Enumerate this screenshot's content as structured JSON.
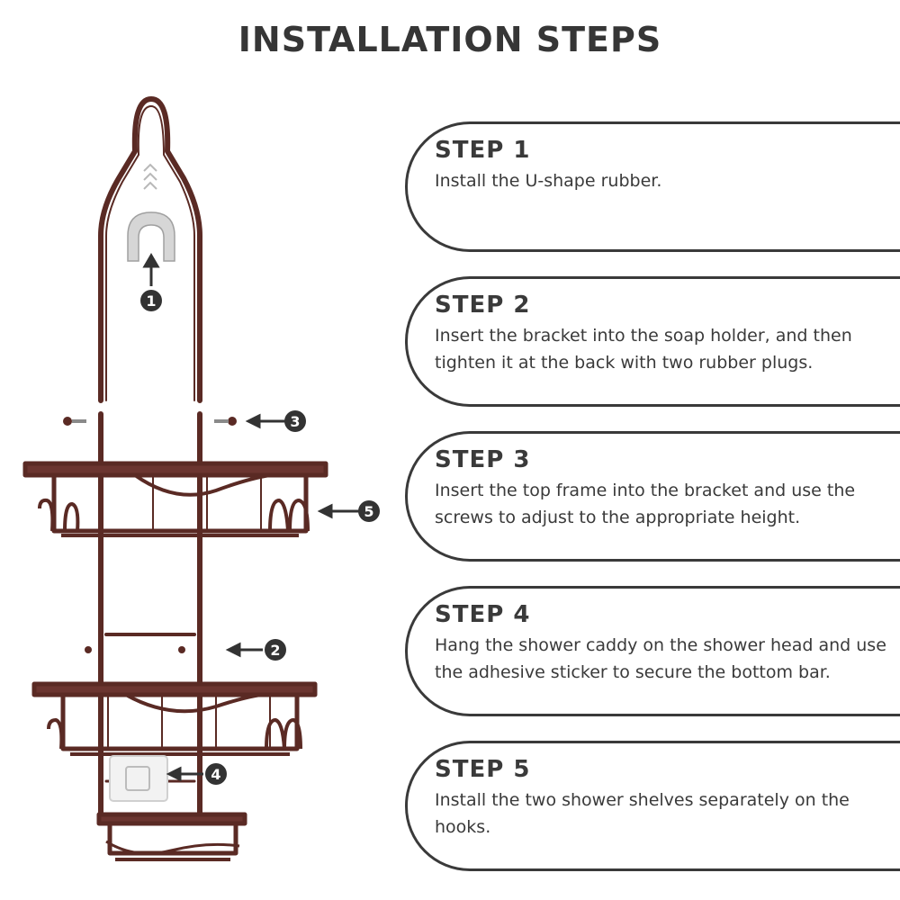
{
  "title": "INSTALLATION STEPS",
  "colors": {
    "frame": "#5a2a24",
    "text": "#3a3a3a",
    "border": "#3a3a3a",
    "callout": "#333333"
  },
  "callouts": [
    "1",
    "2",
    "3",
    "4",
    "5"
  ],
  "steps": [
    {
      "label": "STEP 1",
      "text": "Install the U-shape rubber."
    },
    {
      "label": "STEP 2",
      "text": "Insert the bracket into the soap holder, and then tighten it at the back with two rubber plugs."
    },
    {
      "label": "STEP 3",
      "text": "Insert the top frame into the bracket and use the screws to adjust to the appropriate height."
    },
    {
      "label": "STEP 4",
      "text": "Hang the shower caddy on the shower head and use the adhesive sticker to secure the bottom bar."
    },
    {
      "label": "STEP 5",
      "text": "Install the two shower shelves separately on the hooks."
    }
  ]
}
